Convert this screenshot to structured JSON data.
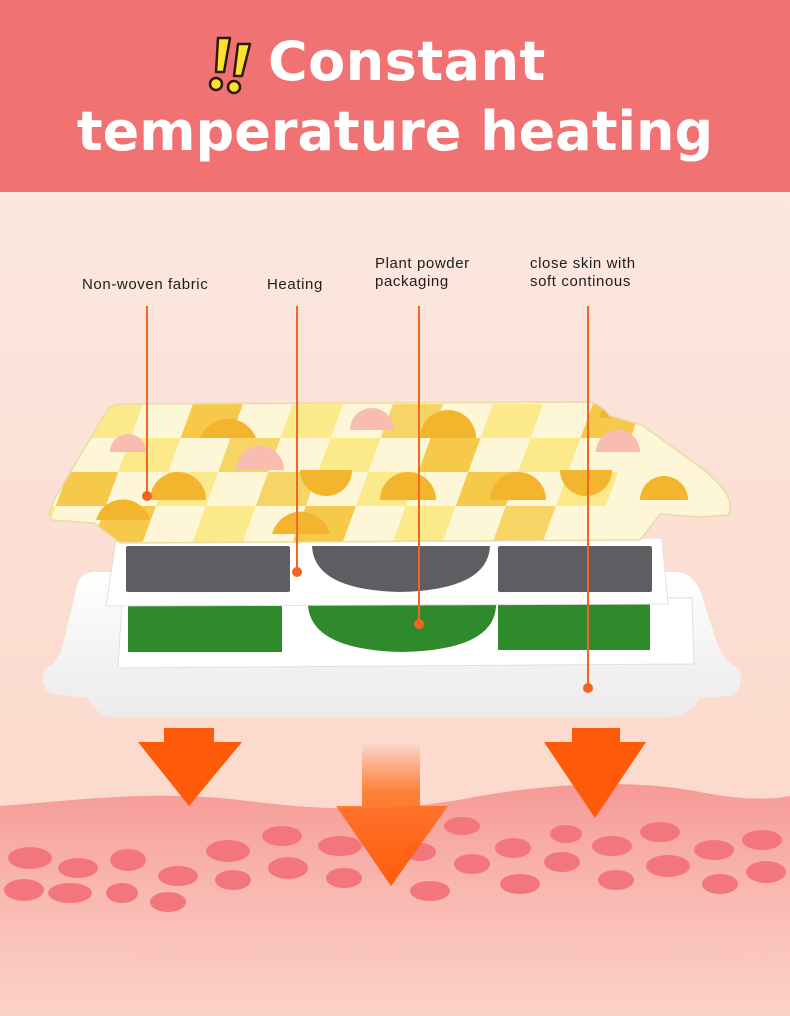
{
  "header": {
    "title_line1": "Constant",
    "title_line2": "temperature heating",
    "icon": "double-exclamation-icon"
  },
  "layers": {
    "non_woven_fabric": "Non-woven fabric",
    "heating": "Heating",
    "plant_powder": "Plant powder\npackaging",
    "close_skin": "close skin with\nsoft continous"
  },
  "colors": {
    "header": "#f07273",
    "background": "#fbe3da",
    "pointer": "#f26522",
    "arrow": "#ff5a0a",
    "heating_pad": "#5f5d61",
    "plant_pad": "#2f8a2c",
    "skin_cell": "#f4767d"
  }
}
